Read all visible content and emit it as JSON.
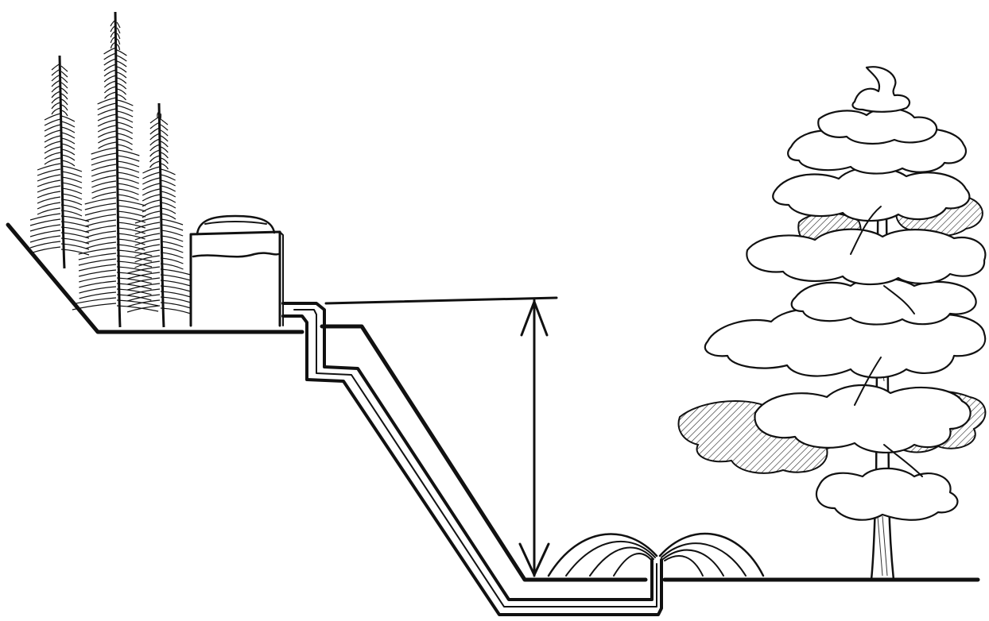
{
  "diagram": {
    "elements": [
      {
        "name": "conifer-tree",
        "count": 3
      },
      {
        "name": "water-tank",
        "count": 1
      },
      {
        "name": "pipe",
        "count": 1
      },
      {
        "name": "head-height-arrow",
        "count": 1
      },
      {
        "name": "sprinkler",
        "count": 1
      },
      {
        "name": "deciduous-tree",
        "count": 1
      }
    ],
    "colors": {
      "ink": "#111111",
      "background": "#ffffff"
    }
  }
}
